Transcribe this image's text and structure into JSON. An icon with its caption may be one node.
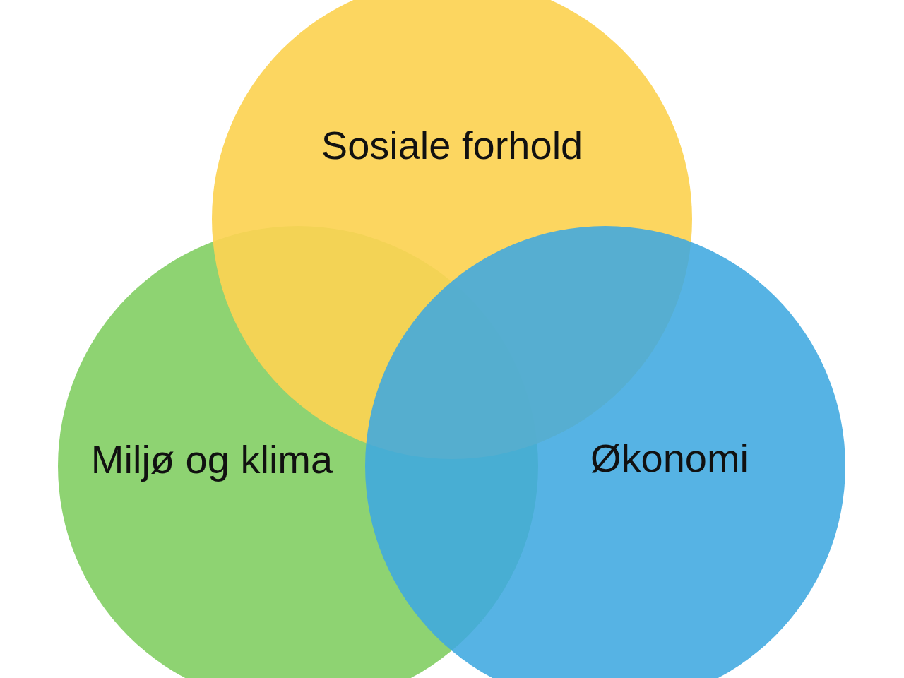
{
  "diagram": {
    "nodes": [
      {
        "text": [
          "Sosiale forhold"
        ]
      },
      {
        "text": [
          "Miljø og klima"
        ]
      },
      {
        "text": [
          "Økonomi"
        ]
      }
    ]
  }
}
